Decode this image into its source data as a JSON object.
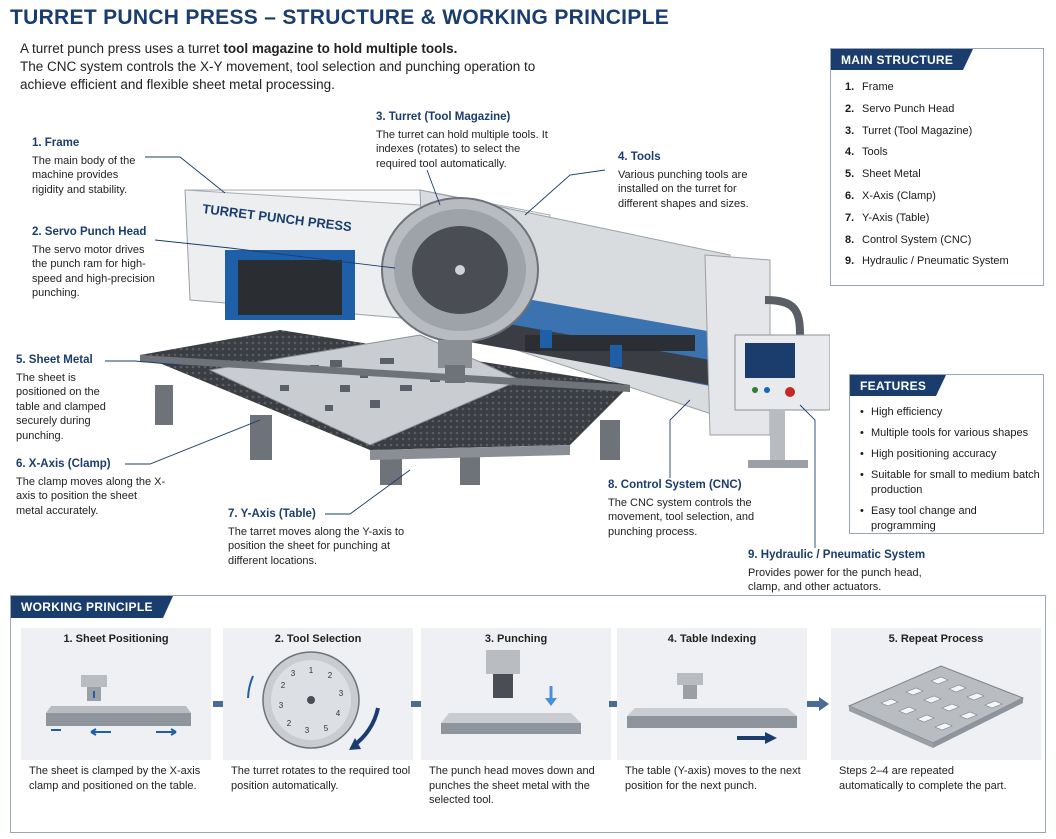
{
  "title": "TURRET PUNCH PRESS – STRUCTURE & WORKING PRINCIPLE",
  "intro": {
    "pre": "A turret punch press uses a turret ",
    "bold": "tool magazine to hold multiple tools.",
    "rest": "The CNC system controls the X-Y movement, tool selection and punching operation to achieve efficient and flexible sheet metal processing."
  },
  "machine_label": "TURRET PUNCH PRESS",
  "callouts": {
    "frame": {
      "title": "1. Frame",
      "text": "The main body of the machine provides rigidity and stability."
    },
    "servo": {
      "title": "2. Servo Punch Head",
      "text": "The servo motor drives the punch ram for high-speed and high-precision punching."
    },
    "turret": {
      "title": "3. Turret (Tool Magazine)",
      "text": "The turret can hold multiple tools. It indexes (rotates) to select the required tool automatically."
    },
    "tools": {
      "title": "4. Tools",
      "text": "Various punching tools are installed on the turret for different shapes and sizes."
    },
    "sheet": {
      "title": "5. Sheet Metal",
      "text": "The sheet is positioned on the table and clamped securely during punching."
    },
    "xaxis": {
      "title": "6. X-Axis (Clamp)",
      "text": "The clamp moves along the X-axis to position the sheet metal accurately."
    },
    "yaxis": {
      "title": "7. Y-Axis (Table)",
      "text": "The tarret moves along the Y-axis to position the sheet for punching at different locations."
    },
    "cnc": {
      "title": "8. Control System (CNC)",
      "text": "The CNC system controls the movement, tool selection, and punching process."
    },
    "hydraulic": {
      "title": "9. Hydraulic / Pneumatic System",
      "text": "Provides power for the punch head, clamp, and other actuators."
    }
  },
  "main_structure": {
    "title": "MAIN STRUCTURE",
    "items": [
      {
        "num": "1.",
        "label": "Frame"
      },
      {
        "num": "2.",
        "label": "Servo Punch Head"
      },
      {
        "num": "3.",
        "label": "Turret (Tool Magazine)"
      },
      {
        "num": "4.",
        "label": "Tools"
      },
      {
        "num": "5.",
        "label": "Sheet Metal"
      },
      {
        "num": "6.",
        "label": "X-Axis (Clamp)"
      },
      {
        "num": "7.",
        "label": "Y-Axis (Table)"
      },
      {
        "num": "8.",
        "label": "Control System (CNC)"
      },
      {
        "num": "9.",
        "label": "Hydraulic / Pneumatic System"
      }
    ]
  },
  "features": {
    "title": "FEATURES",
    "items": [
      "High efficiency",
      "Multiple tools for various shapes",
      "High positioning accuracy",
      "Suitable for small to medium batch production",
      "Easy tool change and programming"
    ]
  },
  "working_principle": {
    "title": "WORKING PRINCIPLE",
    "steps": [
      {
        "title": "1. Sheet Positioning",
        "desc": "The sheet is clamped by the X-axis clamp and positioned on the table."
      },
      {
        "title": "2. Tool Selection",
        "desc": "The turret rotates to the required tool position automatically."
      },
      {
        "title": "3. Punching",
        "desc": "The punch head moves down and punches the sheet metal with the selected tool."
      },
      {
        "title": "4. Table Indexing",
        "desc": "The table (Y-axis) moves to the next position for the next punch."
      },
      {
        "title": "5. Repeat Process",
        "desc": "Steps 2–4 are repeated automatically to complete the part."
      }
    ]
  },
  "turret_numbers": [
    "1",
    "2",
    "3",
    "4",
    "5",
    "3",
    "2",
    "3",
    "2",
    "3"
  ],
  "colors": {
    "accent": "#1a3d6e",
    "machine_blue": "#1f5fa8",
    "light_gray": "#e6e8eb"
  }
}
